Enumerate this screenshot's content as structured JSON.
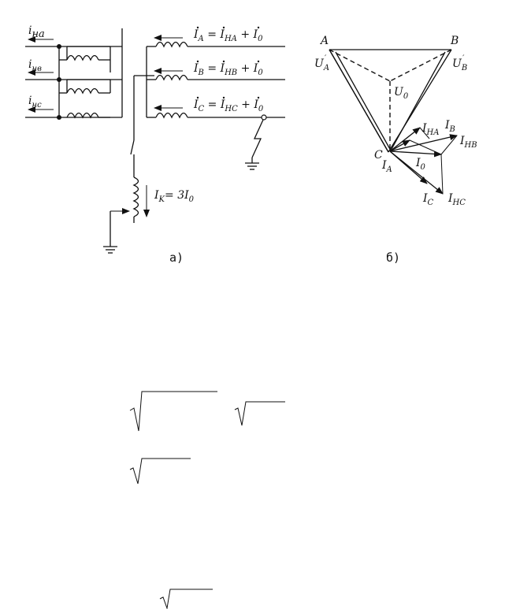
{
  "figure_a": {
    "left_currents": [
      "i",
      "i",
      "i"
    ],
    "left_subs": [
      "на",
      "нв",
      "нс"
    ],
    "line_eq": [
      {
        "lhs": "I",
        "lhs_sub": "A",
        "t1": "I",
        "t1_sub": "HA",
        "t2": "I",
        "t2_sub": "0"
      },
      {
        "lhs": "I",
        "lhs_sub": "B",
        "t1": "I",
        "t1_sub": "HB",
        "t2": "I",
        "t2_sub": "0"
      },
      {
        "lhs": "I",
        "lhs_sub": "C",
        "t1": "I",
        "t1_sub": "HC",
        "t2": "I",
        "t2_sub": "0"
      }
    ],
    "ik_label": "I",
    "ik_sub": "K",
    "ik_rhs": "= 3I",
    "ik_rhs_sub": "0",
    "caption": "а)"
  },
  "figure_b": {
    "vertex_A": "A",
    "vertex_B": "B",
    "vertex_C": "C",
    "ua": "U",
    "ua_sub": "A",
    "ub": "U",
    "ub_sub": "B",
    "u0": "U",
    "u0_sub": "0",
    "iha": "I",
    "iha_sub": "HA",
    "ib": "I",
    "ib_sub": "B",
    "ihb": "I",
    "ihb_sub": "HB",
    "ia": "I",
    "ia_sub": "A",
    "i0": "I",
    "i0_sub": "0",
    "ic": "I",
    "ic_sub": "C",
    "ihc": "I",
    "ihc_sub": "HC",
    "caption": "б)"
  }
}
